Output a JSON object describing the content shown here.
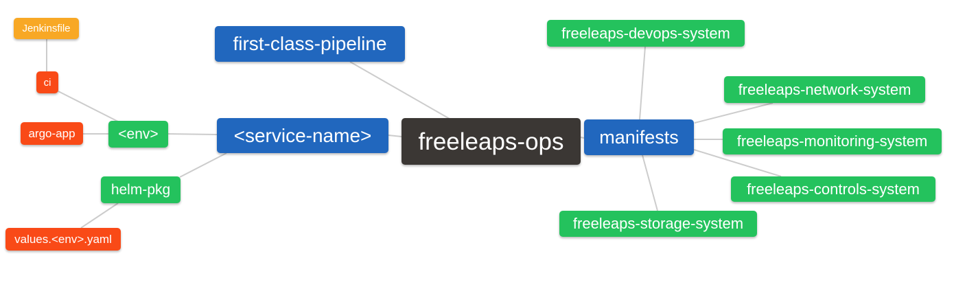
{
  "colors": {
    "root_bg": "#3B3734",
    "branch_bg": "#2167BE",
    "green_bg": "#24C25D",
    "red_bg": "#F94A17",
    "amber_bg": "#F8A825",
    "edge": "#CCCCCC",
    "text": "#FFFFFF"
  },
  "nodes": {
    "freeleaps_ops": {
      "label": "freeleaps-ops",
      "level": "root"
    },
    "first_class_pipeline": {
      "label": "first-class-pipeline",
      "level": "branch"
    },
    "service_name": {
      "label": "<service-name>",
      "level": "branch"
    },
    "manifests": {
      "label": "manifests",
      "level": "branch"
    },
    "env": {
      "label": "<env>",
      "level": "leaf"
    },
    "helm_pkg": {
      "label": "helm-pkg",
      "level": "leaf"
    },
    "ci": {
      "label": "ci",
      "level": "leaf"
    },
    "argo_app": {
      "label": "argo-app",
      "level": "leaf"
    },
    "jenkinsfile": {
      "label": "Jenkinsfile",
      "level": "leaf"
    },
    "values_env_yaml": {
      "label": "values.<env>.yaml",
      "level": "leaf"
    },
    "devops_system": {
      "label": "freeleaps-devops-system",
      "level": "leaf"
    },
    "network_system": {
      "label": "freeleaps-network-system",
      "level": "leaf"
    },
    "monitoring_system": {
      "label": "freeleaps-monitoring-system",
      "level": "leaf"
    },
    "controls_system": {
      "label": "freeleaps-controls-system",
      "level": "leaf"
    },
    "storage_system": {
      "label": "freeleaps-storage-system",
      "level": "leaf"
    }
  },
  "edges": [
    {
      "from": "freeleaps-ops",
      "to": "first-class-pipeline"
    },
    {
      "from": "freeleaps-ops",
      "to": "<service-name>"
    },
    {
      "from": "freeleaps-ops",
      "to": "manifests"
    },
    {
      "from": "<service-name>",
      "to": "<env>"
    },
    {
      "from": "<service-name>",
      "to": "helm-pkg"
    },
    {
      "from": "<env>",
      "to": "ci"
    },
    {
      "from": "<env>",
      "to": "argo-app"
    },
    {
      "from": "ci",
      "to": "Jenkinsfile"
    },
    {
      "from": "helm-pkg",
      "to": "values.<env>.yaml"
    },
    {
      "from": "manifests",
      "to": "freeleaps-devops-system"
    },
    {
      "from": "manifests",
      "to": "freeleaps-network-system"
    },
    {
      "from": "manifests",
      "to": "freeleaps-monitoring-system"
    },
    {
      "from": "manifests",
      "to": "freeleaps-controls-system"
    },
    {
      "from": "manifests",
      "to": "freeleaps-storage-system"
    }
  ]
}
